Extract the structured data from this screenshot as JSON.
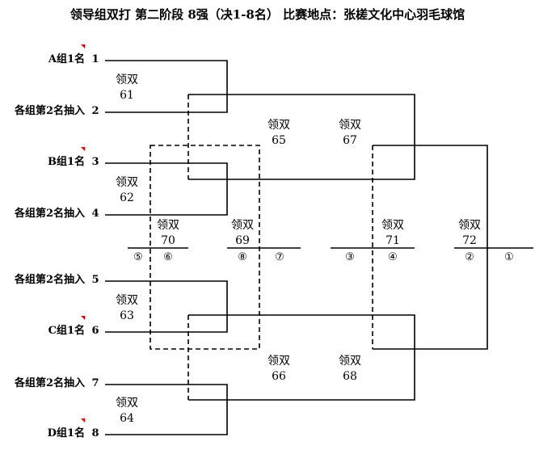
{
  "title": "领导组双打  第二阶段  8强（决1-8名）  比赛地点：张槎文化中心羽毛球馆",
  "entrants": [
    {
      "label": "A组1名",
      "seed": "1",
      "flag": true
    },
    {
      "label": "各组第2名抽入",
      "seed": "2",
      "flag": false
    },
    {
      "label": "B组1名",
      "seed": "3",
      "flag": true
    },
    {
      "label": "各组第2名抽入",
      "seed": "4",
      "flag": false
    },
    {
      "label": "各组第2名抽入",
      "seed": "5",
      "flag": false
    },
    {
      "label": "C组1名",
      "seed": "6",
      "flag": true
    },
    {
      "label": "各组第2名抽入",
      "seed": "7",
      "flag": false
    },
    {
      "label": "D组1名",
      "seed": "8",
      "flag": true
    }
  ],
  "matches": [
    {
      "event": "领双",
      "num": "61"
    },
    {
      "event": "领双",
      "num": "62"
    },
    {
      "event": "领双",
      "num": "63"
    },
    {
      "event": "领双",
      "num": "64"
    },
    {
      "event": "领双",
      "num": "65"
    },
    {
      "event": "领双",
      "num": "66"
    },
    {
      "event": "领双",
      "num": "67"
    },
    {
      "event": "领双",
      "num": "68"
    },
    {
      "event": "领双",
      "num": "69"
    },
    {
      "event": "领双",
      "num": "70"
    },
    {
      "event": "领双",
      "num": "71"
    },
    {
      "event": "领双",
      "num": "72"
    }
  ],
  "places": [
    "⑤",
    "⑥",
    "⑧",
    "⑦",
    "③",
    "④",
    "②",
    "①"
  ],
  "colors": {
    "line": "#000000",
    "flag": "#e00000"
  }
}
